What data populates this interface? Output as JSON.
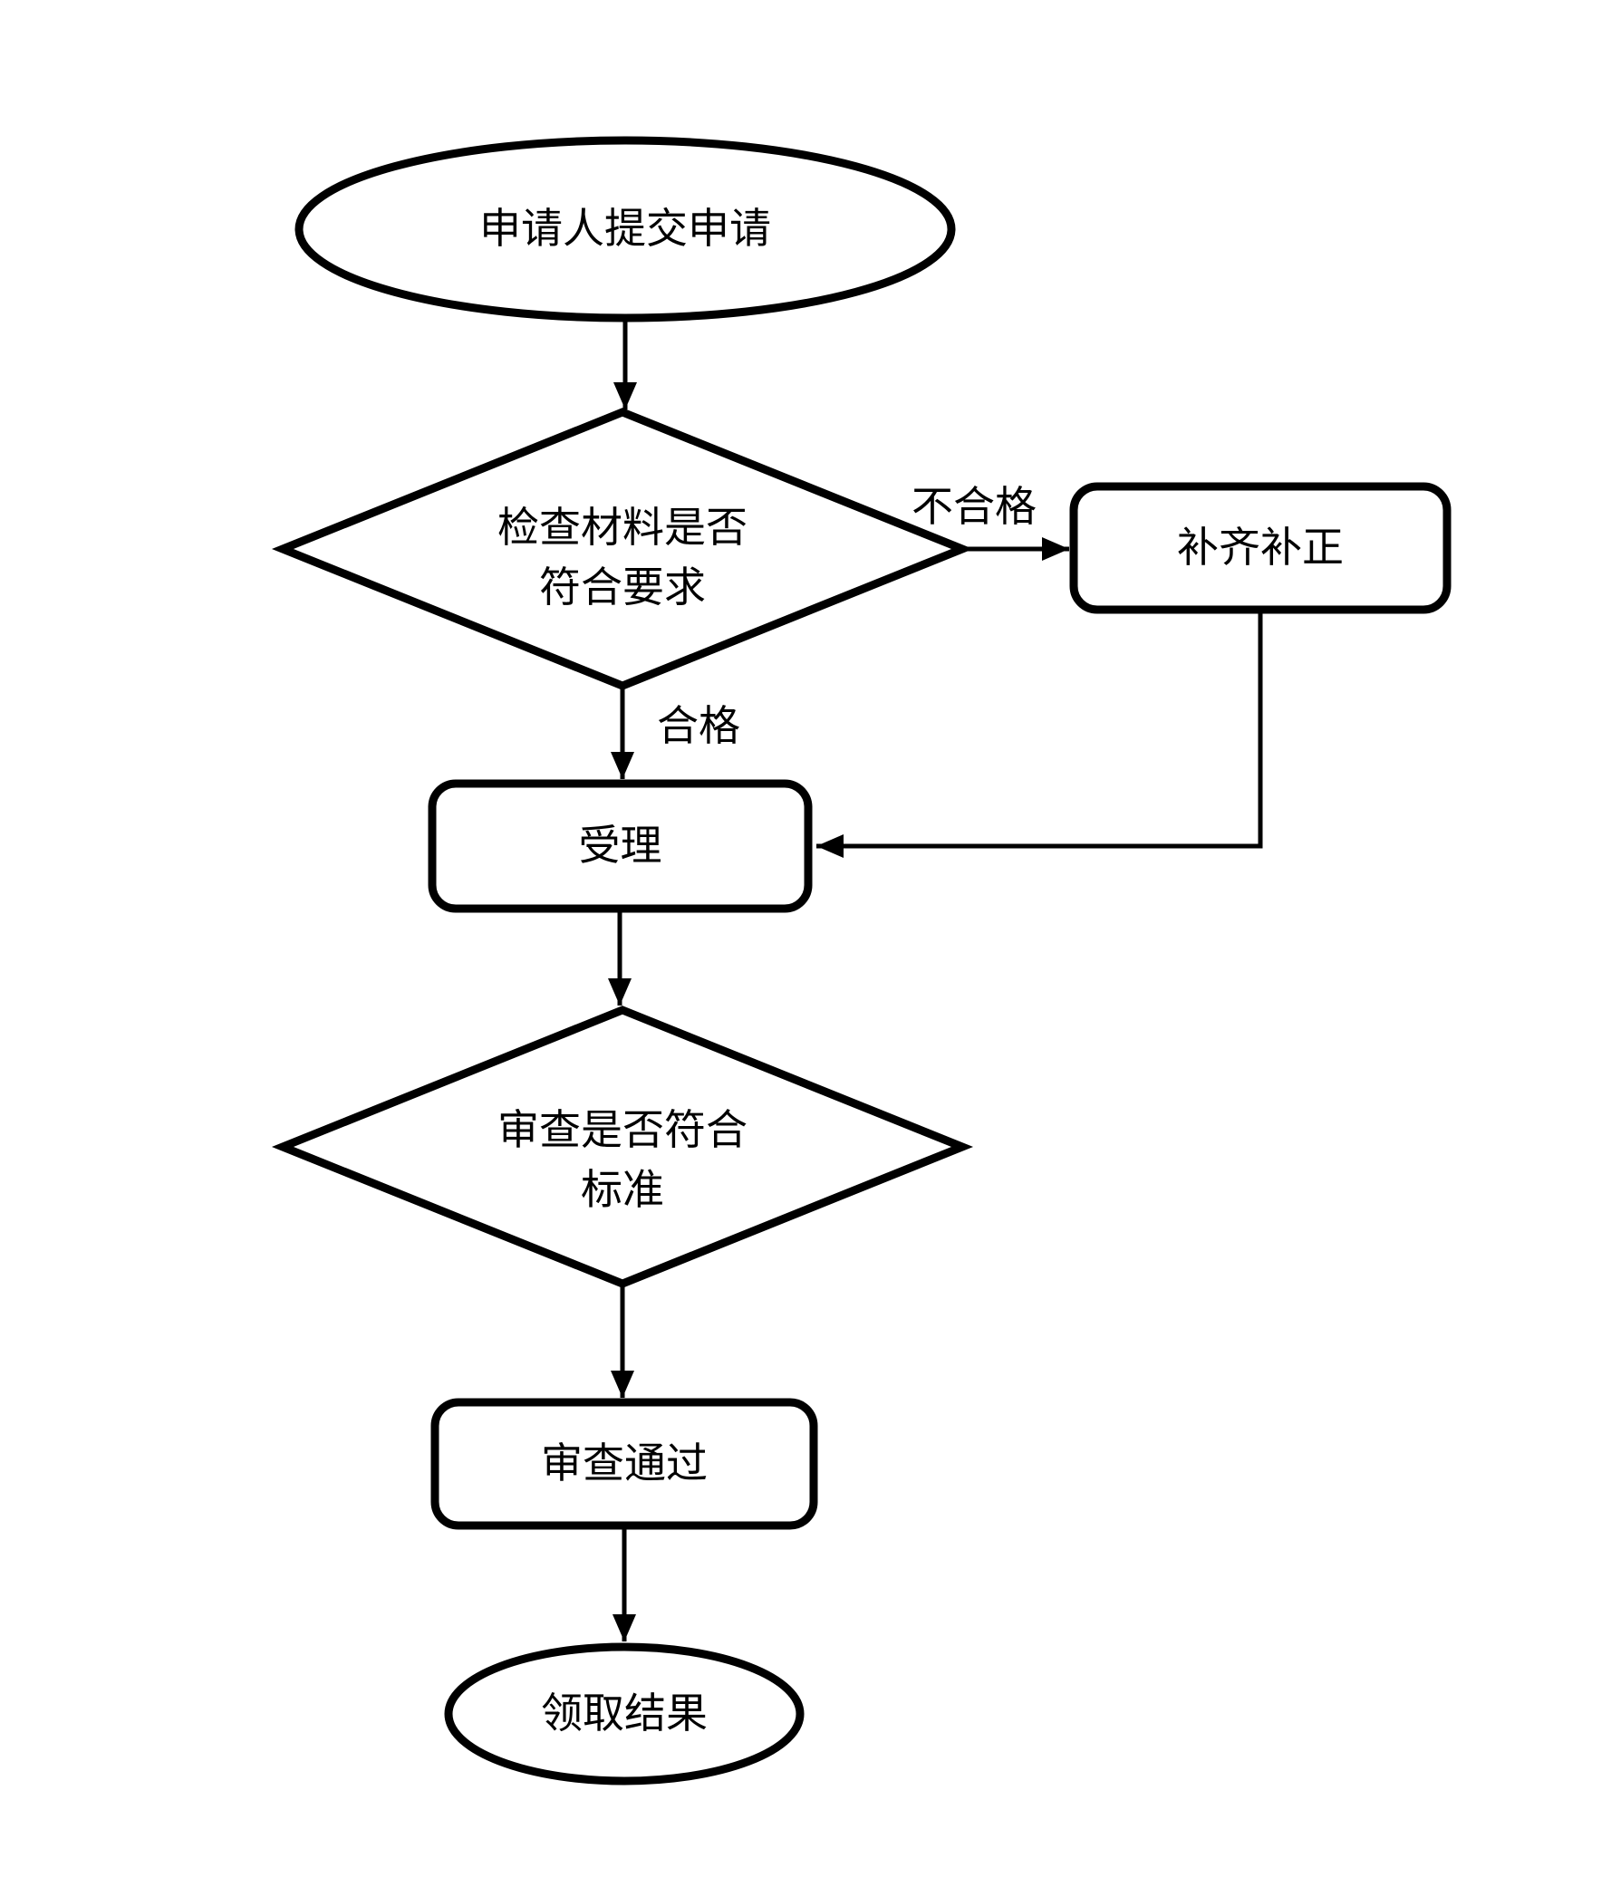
{
  "diagram": {
    "type": "flowchart",
    "background_color": "#ffffff",
    "line_color": "#000000",
    "shape_fill_color": "#ffffff",
    "nodes": [
      {
        "id": "start",
        "shape": "ellipse",
        "label": "申请人提交申请"
      },
      {
        "id": "check-materials",
        "shape": "decision",
        "line1": "检查材料是否",
        "line2": "符合要求"
      },
      {
        "id": "supplement-correct",
        "shape": "process",
        "label": "补齐补正"
      },
      {
        "id": "accept",
        "shape": "process",
        "label": "受理"
      },
      {
        "id": "review-standard",
        "shape": "decision",
        "line1": "审查是否符合",
        "line2": "标准"
      },
      {
        "id": "review-passed",
        "shape": "process",
        "label": "审查通过"
      },
      {
        "id": "end",
        "shape": "ellipse",
        "label": "领取结果"
      }
    ],
    "edges": [
      {
        "from": "start",
        "to": "check-materials",
        "label": ""
      },
      {
        "from": "check-materials",
        "to": "supplement-correct",
        "label": "不合格"
      },
      {
        "from": "check-materials",
        "to": "accept",
        "label": "合格"
      },
      {
        "from": "supplement-correct",
        "to": "accept",
        "label": ""
      },
      {
        "from": "accept",
        "to": "review-standard",
        "label": ""
      },
      {
        "from": "review-standard",
        "to": "review-passed",
        "label": ""
      },
      {
        "from": "review-passed",
        "to": "end",
        "label": ""
      }
    ]
  }
}
